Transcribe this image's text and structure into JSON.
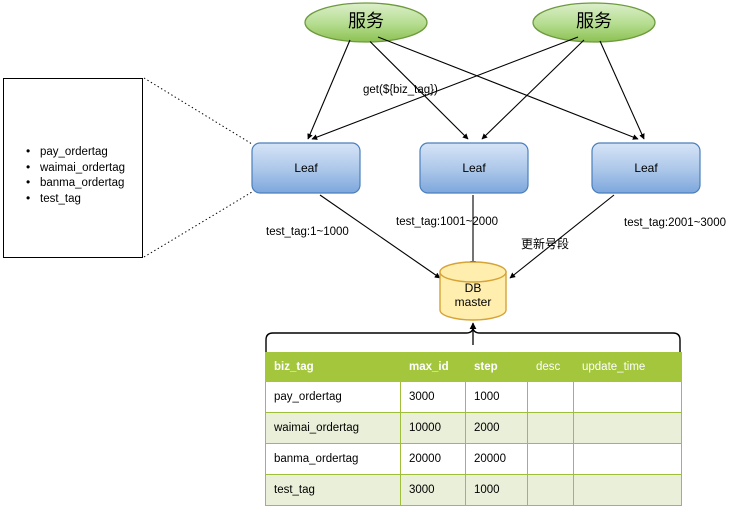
{
  "diagram": {
    "services": [
      {
        "label": "服务"
      },
      {
        "label": "服务"
      }
    ],
    "leaf_nodes": [
      {
        "label": "Leaf"
      },
      {
        "label": "Leaf"
      },
      {
        "label": "Leaf"
      }
    ],
    "database": {
      "line1": "DB",
      "line2": "master"
    },
    "edge_labels": {
      "get_call": "get(${biz_tag})",
      "segment_1": "test_tag:1~1000",
      "segment_2": "test_tag:1001~2000",
      "segment_3": "test_tag:2001~3000",
      "update_segment": "更新号段"
    },
    "colors": {
      "service_fill_top": "#d7ebc0",
      "service_fill_bottom": "#8cc152",
      "service_stroke": "#6e9a3e",
      "leaf_fill_top": "#d3e2f6",
      "leaf_fill_bottom": "#7da7dd",
      "leaf_stroke": "#4a7ebb",
      "db_fill": "#ffeeae",
      "db_stroke": "#d6a336",
      "table_header_bg": "#a3c63c",
      "table_row_alt_bg": "#e9efd8",
      "table_border": "#9fbf3b",
      "line_stroke": "#000000"
    }
  },
  "legend": {
    "items": [
      "pay_ordertag",
      "waimai_ordertag",
      "banma_ordertag",
      "test_tag"
    ]
  },
  "table": {
    "columns": [
      {
        "key": "biz_tag",
        "label": "biz_tag",
        "bold": true
      },
      {
        "key": "max_id",
        "label": "max_id",
        "bold": true
      },
      {
        "key": "step",
        "label": "step",
        "bold": true
      },
      {
        "key": "desc",
        "label": "desc",
        "bold": false
      },
      {
        "key": "update_time",
        "label": "update_time",
        "bold": false
      }
    ],
    "rows": [
      {
        "biz_tag": "pay_ordertag",
        "max_id": "3000",
        "step": "1000",
        "desc": "",
        "update_time": ""
      },
      {
        "biz_tag": "waimai_ordertag",
        "max_id": "10000",
        "step": "2000",
        "desc": "",
        "update_time": ""
      },
      {
        "biz_tag": "banma_ordertag",
        "max_id": "20000",
        "step": "20000",
        "desc": "",
        "update_time": ""
      },
      {
        "biz_tag": "test_tag",
        "max_id": "3000",
        "step": "1000",
        "desc": "",
        "update_time": ""
      }
    ]
  }
}
